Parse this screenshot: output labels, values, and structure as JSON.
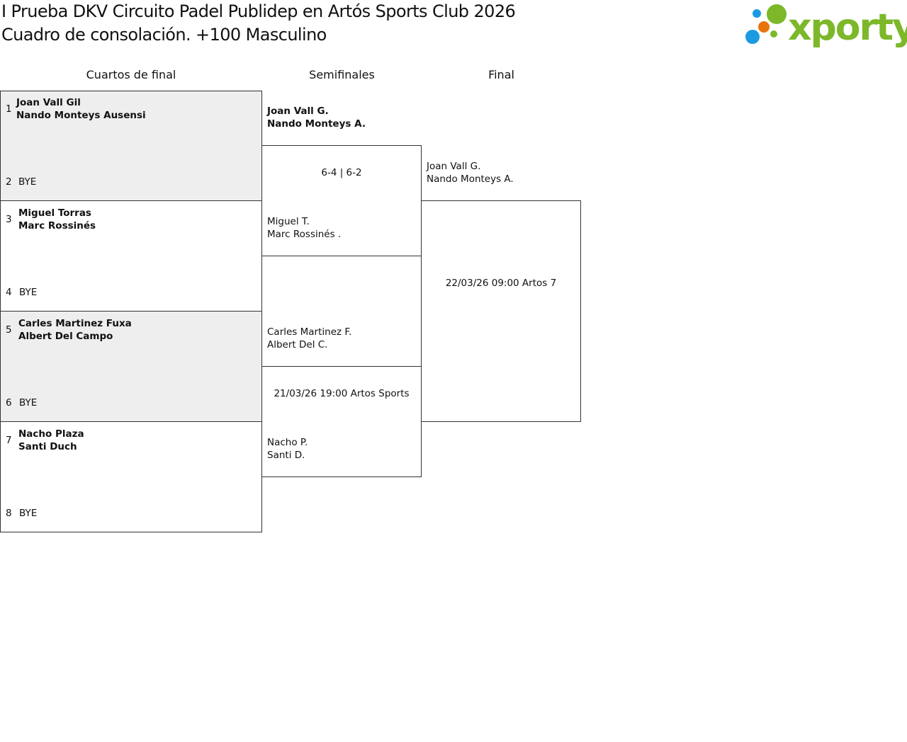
{
  "header": {
    "title_line1": "I Prueba DKV Circuito Padel Publidep en Artós Sports Club 2026",
    "title_line2": "Cuadro de consolación. +100 Masculino",
    "logo_text": "xporty",
    "logo_colors": {
      "blue": "#1a9be0",
      "orange": "#e8740c",
      "green": "#7cb829"
    }
  },
  "rounds": {
    "quarterfinals": "Cuartos de final",
    "semifinals": "Semifinales",
    "final": "Final"
  },
  "quarterfinals": [
    {
      "top_seed": "1",
      "top_p1": "Joan Vall Gil",
      "top_p2": "Nando Monteys Ausensi",
      "bottom_seed": "2",
      "bottom_label": "BYE"
    },
    {
      "top_seed": "3",
      "top_p1": "Miguel Torras",
      "top_p2": "Marc Rossinés",
      "bottom_seed": "4",
      "bottom_label": "BYE"
    },
    {
      "top_seed": "5",
      "top_p1": "Carles Martinez Fuxa",
      "top_p2": "Albert Del Campo",
      "bottom_seed": "6",
      "bottom_label": "BYE"
    },
    {
      "top_seed": "7",
      "top_p1": "Nacho Plaza",
      "top_p2": "Santi Duch",
      "bottom_seed": "8",
      "bottom_label": "BYE"
    }
  ],
  "semifinals": [
    {
      "top_p1": "Joan Vall G.",
      "top_p2": "Nando Monteys A.",
      "info": "6-4 | 6-2",
      "bottom_p1": "Miguel T.",
      "bottom_p2": "Marc Rossinés ."
    },
    {
      "top_p1": "Carles Martinez F.",
      "top_p2": "Albert Del C.",
      "info": "21/03/26 19:00 Artos Sports",
      "bottom_p1": "Nacho P.",
      "bottom_p2": "Santi D."
    }
  ],
  "final": {
    "top_p1": "Joan Vall G.",
    "top_p2": "Nando Monteys A.",
    "info": "22/03/26 09:00 Artos 7"
  }
}
